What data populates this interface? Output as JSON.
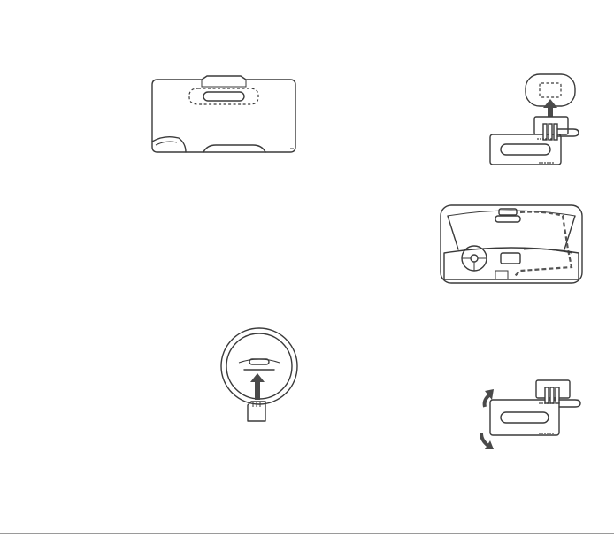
{
  "figures": [
    {
      "id": "camera-rear-view",
      "icon": "dashcam-mount-slot"
    },
    {
      "id": "mount-attach",
      "icon": "mount-attach-arrow"
    },
    {
      "id": "windshield-cabling",
      "icon": "car-interior-cable-route"
    },
    {
      "id": "microsd-insert",
      "icon": "microsd-card-insert"
    },
    {
      "id": "camera-angle-adjust",
      "icon": "rotate-adjust-arrows"
    }
  ],
  "colors": {
    "line": "#3a3a3a",
    "arrow": "#4a4a4a",
    "background": "#ffffff"
  }
}
